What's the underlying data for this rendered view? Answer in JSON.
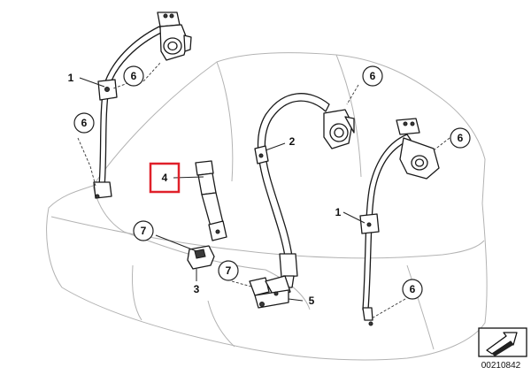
{
  "callouts": {
    "c1a": "1",
    "c6a": "6",
    "c6b": "6",
    "c4": "4",
    "c7a": "7",
    "c3": "3",
    "c2": "2",
    "c6c": "6",
    "c6d": "6",
    "c1b": "1",
    "c7b": "7",
    "c5": "5",
    "c6e": "6"
  },
  "diagram_code": "00210842",
  "colors": {
    "highlight": "#e0202a",
    "line": "#1a1a1a",
    "seat_outline": "#b3b3b3"
  },
  "icons": {
    "nav_arrow": "arrow-icon"
  }
}
